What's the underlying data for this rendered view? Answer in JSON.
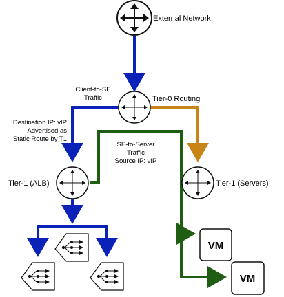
{
  "nodes": {
    "external_network": "External Network",
    "tier0": "Tier-0 Routing",
    "tier1_alb": "Tier-1 (ALB)",
    "tier1_servers": "Tier-1 (Servers)",
    "vm1": "VM",
    "vm2": "VM"
  },
  "annotations": {
    "client_to_se_1": "Client-to-SE",
    "client_to_se_2": "Traffic",
    "dest_ip_1": "Destination IP: vIP",
    "dest_ip_2": "Advertised as",
    "dest_ip_3": "Static Route by T1",
    "se_to_server_1": "SE-to-Server",
    "se_to_server_2": "Traffic",
    "se_to_server_3": "Source IP: vIP"
  },
  "colors": {
    "blue": "#0a22b8",
    "green": "#1f5e12",
    "orange": "#c98418"
  }
}
